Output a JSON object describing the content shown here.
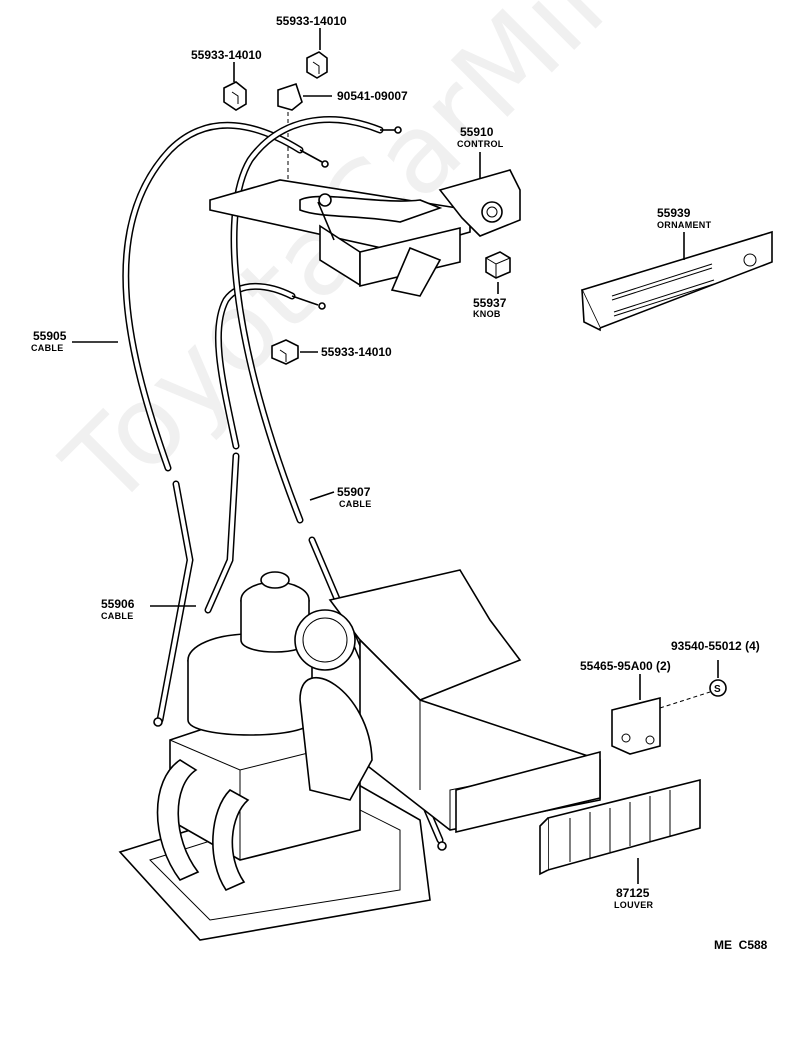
{
  "watermark": "ToyotaCarMine.ru",
  "labels": {
    "p55933_top": "55933-14010",
    "p55933_left": "55933-14010",
    "p90541": "90541-09007",
    "p55910": "55910",
    "p55910_name": "CONTROL",
    "p55939": "55939",
    "p55939_name": "ORNAMENT",
    "p55937": "55937",
    "p55937_name": "KNOB",
    "p55933_mid": "55933-14010",
    "p55905": "55905",
    "p55905_name": "CABLE",
    "p55907": "55907",
    "p55907_name": "CABLE",
    "p55906": "55906",
    "p55906_name": "CABLE",
    "p93540": "93540-55012 (4)",
    "p55465": "55465-95A00 (2)",
    "p87125": "87125",
    "p87125_name": "LOUVER",
    "ref_code": "ME  C588"
  }
}
